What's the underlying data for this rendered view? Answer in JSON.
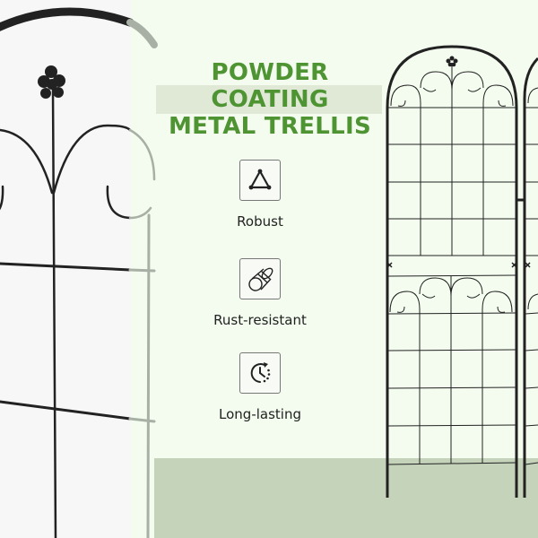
{
  "title": {
    "line1": "POWDER COATING",
    "line2": "METAL TRELLIS",
    "color": "#4f9433"
  },
  "features": [
    {
      "icon": "triangle-icon",
      "label": "Robust"
    },
    {
      "icon": "rust-cylinder-icon",
      "label": "Rust-resistant"
    },
    {
      "icon": "clock-icon",
      "label": "Long-lasting"
    }
  ],
  "colors": {
    "background": "#f3fcee",
    "ground": "#c5d3bb",
    "metal": "#222222"
  }
}
